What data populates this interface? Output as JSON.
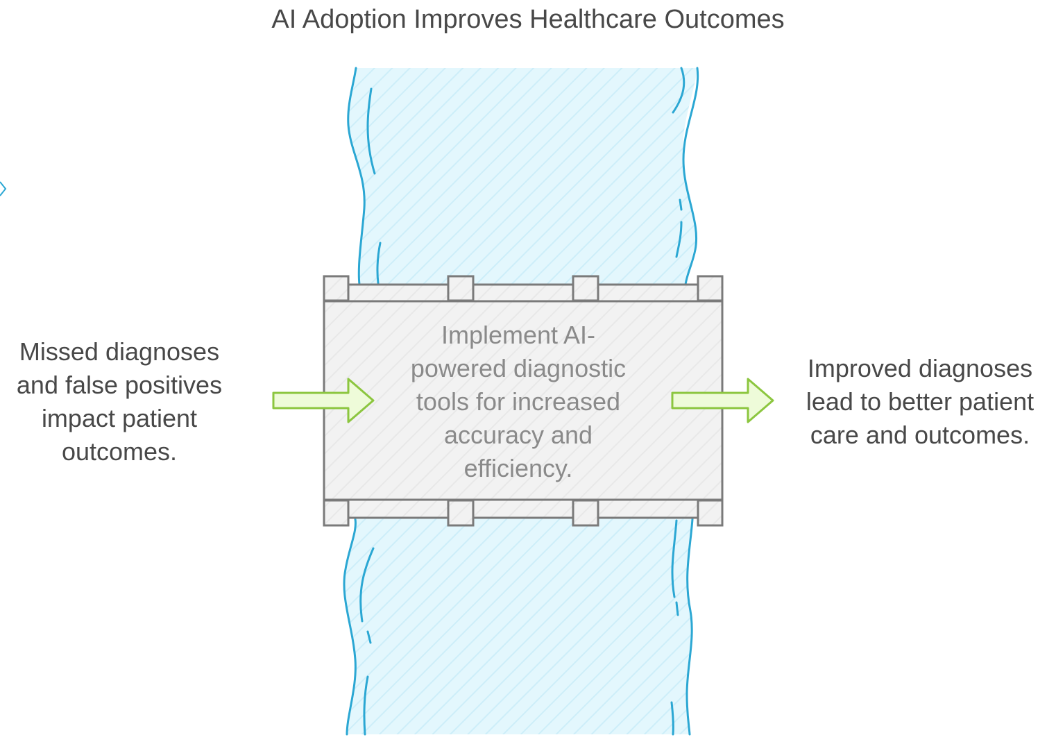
{
  "title": "AI Adoption Improves Healthcare Outcomes",
  "left_label": {
    "lines": [
      "Missed diagnoses",
      "and false positives",
      "impact patient",
      "outcomes."
    ]
  },
  "center_label": {
    "lines": [
      "Implement AI-",
      "powered diagnostic",
      "tools for increased",
      "accuracy and",
      "efficiency."
    ]
  },
  "right_label": {
    "lines": [
      "Improved diagnoses",
      "lead to better patient",
      "care and outcomes."
    ]
  },
  "colors": {
    "river_fill": "#e3f7fd",
    "river_stroke": "#2ba7d3",
    "bridge_fill": "#f2f2f2",
    "bridge_stroke": "#7a7a7a",
    "arrow_fill": "#eefbd9",
    "arrow_stroke": "#8cc63f",
    "text": "#484848",
    "center_text": "#8a8a8a"
  }
}
